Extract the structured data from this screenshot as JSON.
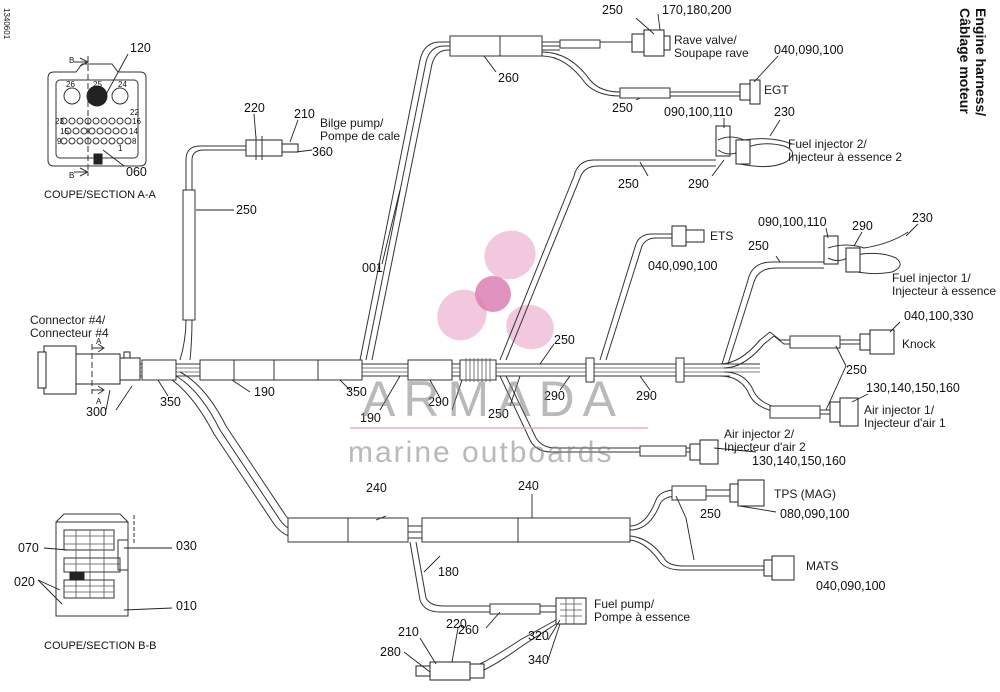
{
  "title": {
    "line1": "Engine harness/",
    "line2": "Câblage moteur"
  },
  "figure_ref": "1340601",
  "sections": {
    "a": "COUPE/SECTION A-A",
    "b": "COUPE/SECTION B-B",
    "marker_a": "A",
    "marker_b": "B"
  },
  "pin_numbers": {
    "p26": "26",
    "p25": "25",
    "p24": "24",
    "p23": "23",
    "p15": "15",
    "p9": "9",
    "p8": "8",
    "p1": "1",
    "p14": "14",
    "p16": "16",
    "p22": "22"
  },
  "connectors": {
    "connector4_l1": "Connector #4/",
    "connector4_l2": "Connecteur #4",
    "bilge_l1": "Bilge pump/",
    "bilge_l2": "Pompe de cale",
    "rave_l1": "Rave valve/",
    "rave_l2": "Soupape rave",
    "egt": "EGT",
    "injector2_l1": "Fuel injector 2/",
    "injector2_l2": "Injecteur à essence 2",
    "ets": "ETS",
    "injector1_l1": "Fuel injector 1/",
    "injector1_l2": "Injecteur à essence 1",
    "knock": "Knock",
    "air1_l1": "Air injector 1/",
    "air1_l2": "Injecteur d'air 1",
    "air2_l1": "Air injector 2/",
    "air2_l2": "Injecteur d'air 2",
    "tps": "TPS (MAG)",
    "mats": "MATS",
    "fuelpump_l1": "Fuel pump/",
    "fuelpump_l2": "Pompe à essence"
  },
  "callouts": {
    "c120": "120",
    "c060": "060",
    "c220_top": "220",
    "c210_top": "210",
    "c360": "360",
    "c250_bilge": "250",
    "c250_rave": "250",
    "c170": "170,180,200",
    "c040_egt": "040,090,100",
    "c260_top": "260",
    "c250_egt": "250",
    "c090_inj2": "090,100,110",
    "c230_inj2": "230",
    "c250_inj2": "250",
    "c290_inj2": "290",
    "c001": "001",
    "c040_ets": "040,090,100",
    "c090_inj1": "090,100,110",
    "c290_inj1": "290",
    "c230_inj1": "230",
    "c250_inj1": "250",
    "c040_knock": "040,100,330",
    "c250_knock": "250",
    "c130_air1": "130,140,150,160",
    "c250_main": "250",
    "c190_a": "190",
    "c350_a": "350",
    "c190_b": "190",
    "c290_a": "290",
    "c290_b": "290",
    "c290_c": "290",
    "c250_mid": "250",
    "c300": "300",
    "c350_b": "350",
    "c130_air2": "130,140,150,160",
    "c240_a": "240",
    "c240_b": "240",
    "c250_tps": "250",
    "c080_tps": "080,090,100",
    "c040_mats": "040,090,100",
    "c180": "180",
    "c260_bot": "260",
    "c320": "320",
    "c340": "340",
    "c210_bot": "210",
    "c220_bot": "220",
    "c280": "280",
    "c070": "070",
    "c030": "030",
    "c020": "020",
    "c010": "010"
  },
  "watermark": {
    "brand": "ARMADA",
    "tagline": "marine outboards"
  },
  "colors": {
    "line": "#333333",
    "watermark_pink": "#e9a3c9",
    "watermark_pink_dark": "#dc7fb3",
    "watermark_gray": "#7f7f7f"
  }
}
